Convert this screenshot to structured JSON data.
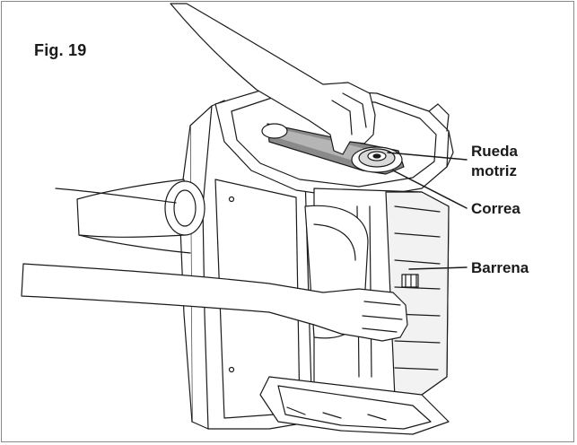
{
  "figure": {
    "title": "Fig. 19",
    "callouts": {
      "drive_wheel": "Rueda\nmotriz",
      "drive_wheel_line1": "Rueda",
      "drive_wheel_line2": "motriz",
      "belt": "Correa",
      "auger": "Barrena"
    }
  },
  "colors": {
    "line": "#1a1a1a",
    "belt": "#6e6e6e",
    "border": "#8a8a8a"
  }
}
